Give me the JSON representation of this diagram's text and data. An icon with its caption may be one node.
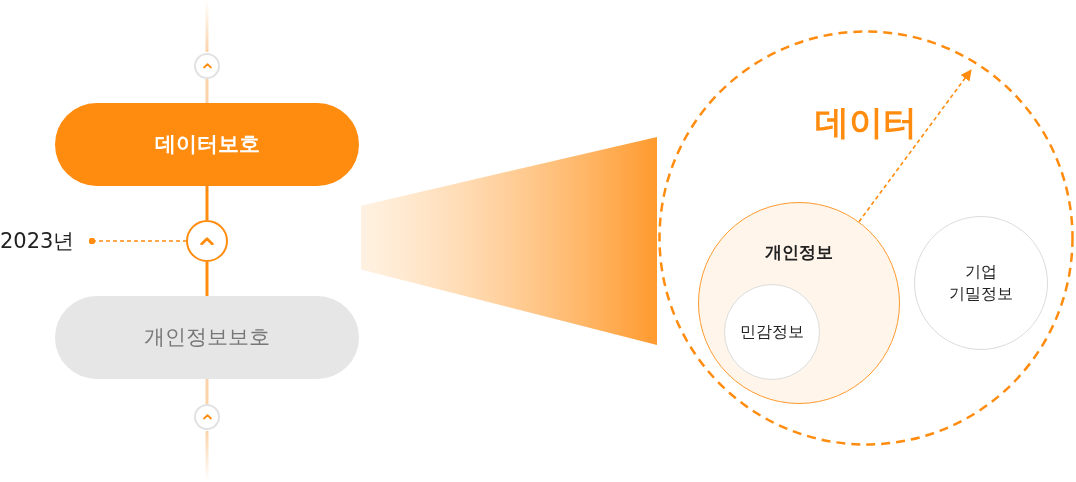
{
  "diagram": {
    "nodes": [
      {
        "text": [],
        "shape": "circle"
      },
      {
        "text": [
          "데이터보호"
        ]
      },
      {
        "text": [
          "2023년"
        ]
      },
      {
        "text": [],
        "shape": "circle"
      },
      {
        "text": [
          "개인정보보호"
        ]
      },
      {
        "text": [],
        "shape": "circle"
      },
      {
        "text": [
          "데이터"
        ]
      },
      {
        "text": [
          "개인정보"
        ],
        "in": 6
      },
      {
        "text": [
          "민감정보"
        ],
        "in": 7
      },
      {
        "text": [
          "기업 기밀정보"
        ],
        "in": 6
      },
      {
        "text": [],
        "shape": "cone"
      }
    ],
    "edges": [
      {
        "from": 0,
        "to": 1,
        "arrow": "none",
        "color": "#fcd3a8"
      },
      {
        "from": 1,
        "to": 3,
        "arrow": "none"
      },
      {
        "from": 2,
        "to": 3,
        "arrow": "other",
        "style": "dashed"
      },
      {
        "from": 3,
        "to": 4,
        "arrow": "none"
      },
      {
        "from": 4,
        "to": 5,
        "arrow": "none",
        "color": "#fcd3a8"
      },
      {
        "from": 7,
        "to": 6,
        "arrow": "to",
        "style": "dashed"
      }
    ]
  }
}
